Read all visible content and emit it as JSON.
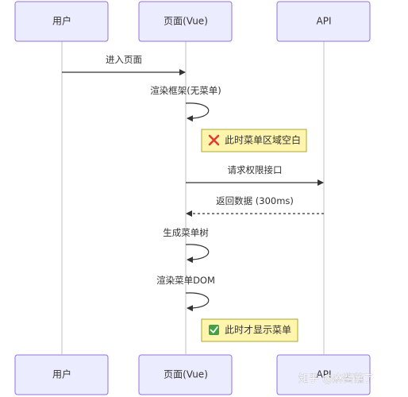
{
  "actors": [
    {
      "id": "user",
      "label": "用户"
    },
    {
      "id": "page",
      "label": "页面(Vue)"
    },
    {
      "id": "api",
      "label": "API"
    }
  ],
  "messages": [
    {
      "from": "user",
      "to": "page",
      "label": "进入页面",
      "style": "solid"
    },
    {
      "from": "page",
      "to": "page",
      "label": "渲染框架(无菜单)",
      "style": "solid"
    },
    {
      "note_over": "page",
      "label": "此时菜单区域空白",
      "icon": "cross-mark-icon",
      "icon_color": "#e53935"
    },
    {
      "from": "page",
      "to": "api",
      "label": "请求权限接口",
      "style": "solid"
    },
    {
      "from": "api",
      "to": "page",
      "label": "返回数据 (300ms)",
      "style": "dashed"
    },
    {
      "from": "page",
      "to": "page",
      "label": "生成菜单树",
      "style": "solid"
    },
    {
      "from": "page",
      "to": "page",
      "label": "渲染菜单DOM",
      "style": "solid"
    },
    {
      "note_over": "page",
      "label": "此时才显示菜单",
      "icon": "check-mark-icon",
      "icon_color": "#43a047"
    }
  ],
  "watermark": "知乎 @麻酱蘸了",
  "colors": {
    "actor_fill": "#ECECFF",
    "actor_border": "#9370DB",
    "note_fill": "#FFF5AD",
    "note_border": "#AAAA33",
    "line": "#333333"
  }
}
